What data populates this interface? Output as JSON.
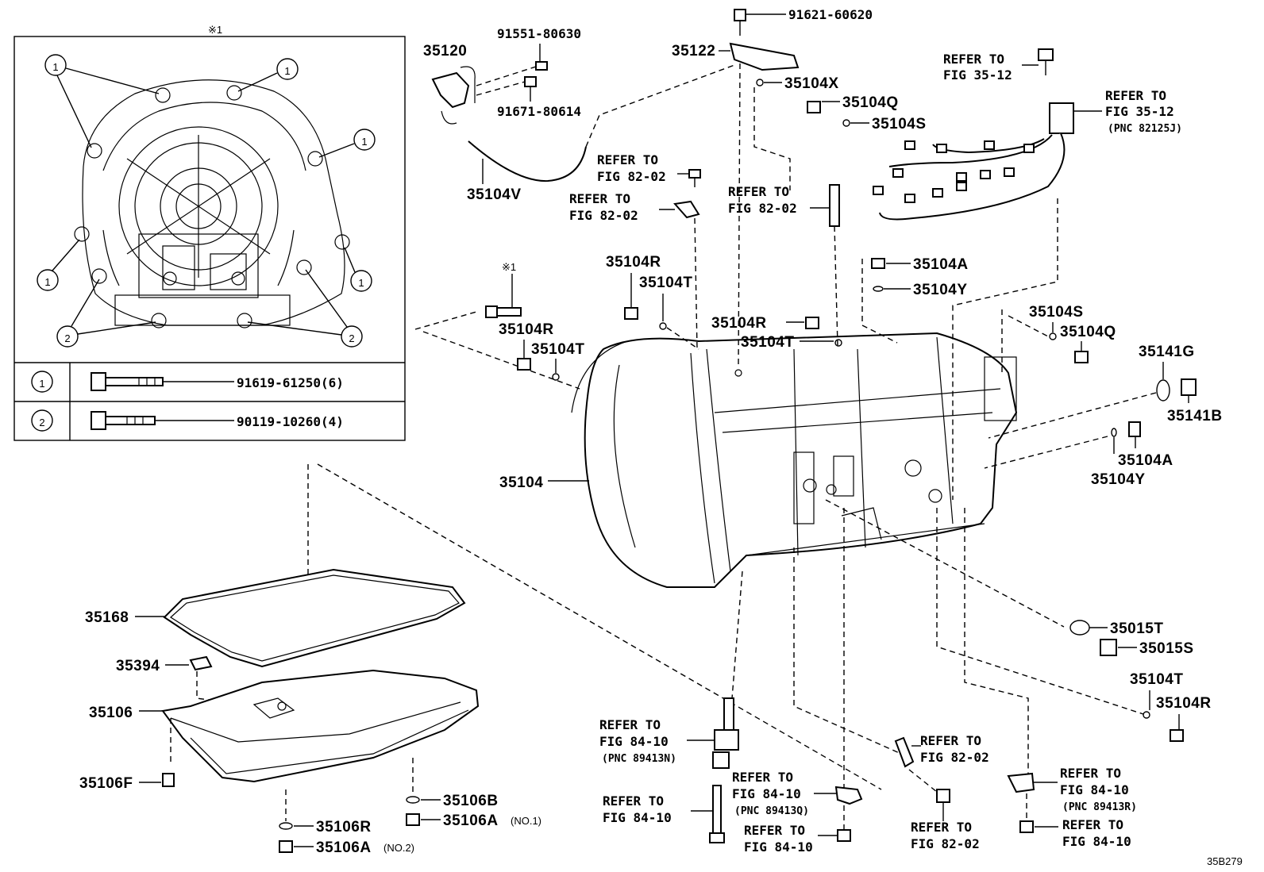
{
  "inset": {
    "marker": "※1",
    "callouts": [
      "1",
      "2"
    ],
    "table": [
      {
        "key": "1",
        "part": "91619-61250(6)"
      },
      {
        "key": "2",
        "part": "90119-10260(4)"
      }
    ]
  },
  "parts": {
    "p35120": "35120",
    "p91551": "91551-80630",
    "p91671": "91671-80614",
    "p35104V": "35104V",
    "p91621": "91621-60620",
    "p35122": "35122",
    "p35104X": "35104X",
    "p35104Q_top": "35104Q",
    "p35104S_top": "35104S",
    "p35104A_top": "35104A",
    "p35104Y_top": "35104Y",
    "p35104S_right": "35104S",
    "p35104Q_right": "35104Q",
    "p35141G": "35141G",
    "p35141B": "35141B",
    "p35104A_right": "35104A",
    "p35104Y_right": "35104Y",
    "p35104R_a": "35104R",
    "p35104T_a": "35104T",
    "p35104R_b": "35104R",
    "p35104T_b": "35104T",
    "p35104R_c": "35104R",
    "p35104T_c": "35104T",
    "p35104": "35104",
    "p35168": "35168",
    "p35394": "35394",
    "p35106": "35106",
    "p35106F": "35106F",
    "p35106B": "35106B",
    "p35106R": "35106R",
    "p35106A1": "35106A",
    "p35106A1_note": "(NO.1)",
    "p35106A2": "35106A",
    "p35106A2_note": "(NO.2)",
    "p35015T": "35015T",
    "p35015S": "35015S",
    "p35104T_d": "35104T",
    "p35104R_d": "35104R",
    "marker_bolt": "※1"
  },
  "refs": {
    "r1": {
      "l1": "REFER TO",
      "l2": "FIG 35-12"
    },
    "r2": {
      "l1": "REFER TO",
      "l2": "FIG 35-12",
      "pnc": "(PNC 82125J)"
    },
    "r3": {
      "l1": "REFER TO",
      "l2": "FIG 82-02"
    },
    "r4": {
      "l1": "REFER TO",
      "l2": "FIG 82-02"
    },
    "r5": {
      "l1": "REFER TO",
      "l2": "FIG 82-02"
    },
    "r6": {
      "l1": "REFER TO",
      "l2": "FIG 84-10",
      "pnc": "(PNC 89413N)"
    },
    "r7": {
      "l1": "REFER TO",
      "l2": "FIG 84-10"
    },
    "r8": {
      "l1": "REFER TO",
      "l2": "FIG 84-10",
      "pnc": "(PNC 89413Q)"
    },
    "r9": {
      "l1": "REFER TO",
      "l2": "FIG 84-10"
    },
    "r10": {
      "l1": "REFER TO",
      "l2": "FIG 82-02"
    },
    "r11": {
      "l1": "REFER TO",
      "l2": "FIG 82-02"
    },
    "r12": {
      "l1": "REFER TO",
      "l2": "FIG 84-10",
      "pnc": "(PNC 89413R)"
    },
    "r13": {
      "l1": "REFER TO",
      "l2": "FIG 84-10"
    }
  },
  "figure_code": "35B279"
}
